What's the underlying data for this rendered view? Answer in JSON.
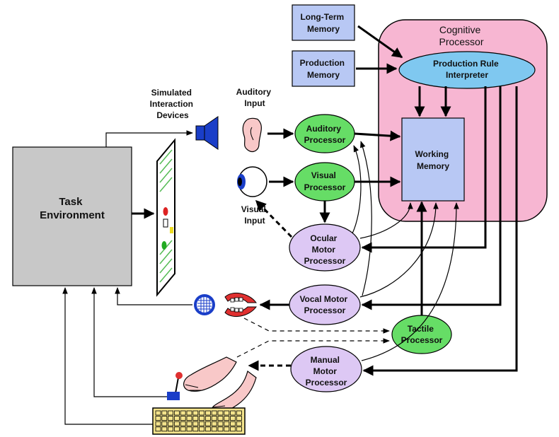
{
  "nodes": {
    "long_term_memory": [
      "Long-Term",
      "Memory"
    ],
    "production_memory": [
      "Production",
      "Memory"
    ],
    "cognitive_processor": [
      "Cognitive",
      "Processor"
    ],
    "production_rule_interpreter": [
      "Production Rule",
      "Interpreter"
    ],
    "working_memory": [
      "Working",
      "Memory"
    ],
    "auditory_processor": [
      "Auditory",
      "Processor"
    ],
    "visual_processor": [
      "Visual",
      "Processor"
    ],
    "ocular_motor_processor": [
      "Ocular",
      "Motor",
      "Processor"
    ],
    "vocal_motor_processor": [
      "Vocal Motor",
      "Processor"
    ],
    "tactile_processor": [
      "Tactile",
      "Processor"
    ],
    "manual_motor_processor": [
      "Manual",
      "Motor",
      "Processor"
    ],
    "task_environment": [
      "Task",
      "Environment"
    ]
  },
  "labels": {
    "simulated_devices": [
      "Simulated",
      "Interaction",
      "Devices"
    ],
    "auditory_input": [
      "Auditory",
      "Input"
    ],
    "visual_input": [
      "Visual",
      "Input"
    ]
  },
  "colors": {
    "memory_box": "#b8c8f4",
    "cognitive_region": "#f7b6d2",
    "interpreter": "#7fc8f0",
    "perceptual": "#66dd66",
    "motor": "#ddc8f4",
    "task_env": "#c8c8c8",
    "skin": "#f8c8c8",
    "device_blue": "#1a3ec8",
    "keyboard": "#f4e48c",
    "lips": "#e03030"
  },
  "icons": [
    "speaker-icon",
    "display-screen-icon",
    "ear-icon",
    "eye-icon",
    "microphone-icon",
    "mouth-icon",
    "hands-icon",
    "joystick-icon",
    "keyboard-icon"
  ]
}
